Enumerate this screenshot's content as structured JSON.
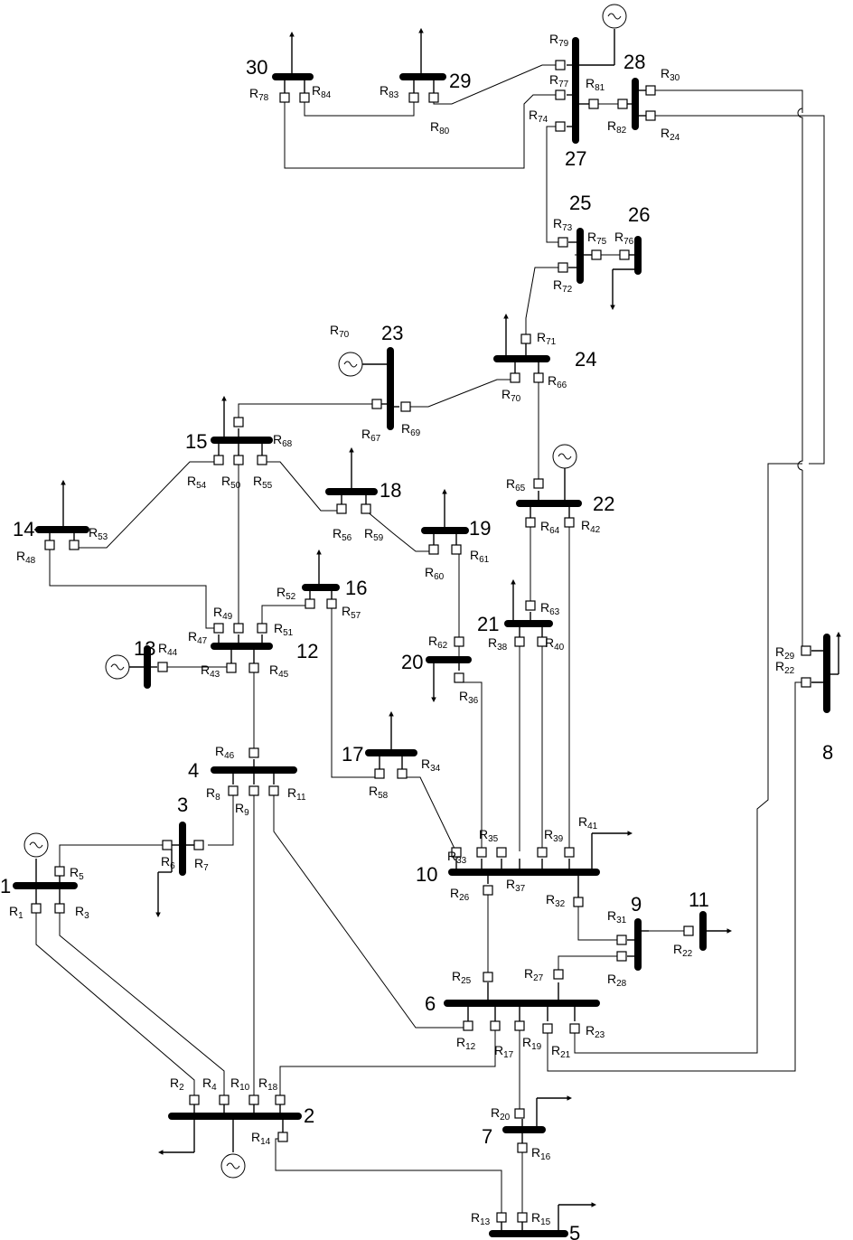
{
  "diagram": {
    "buses": [
      {
        "id": "1",
        "label": "1"
      },
      {
        "id": "2",
        "label": "2"
      },
      {
        "id": "3",
        "label": "3"
      },
      {
        "id": "4",
        "label": "4"
      },
      {
        "id": "5",
        "label": "5"
      },
      {
        "id": "6",
        "label": "6"
      },
      {
        "id": "7",
        "label": "7"
      },
      {
        "id": "8",
        "label": "8"
      },
      {
        "id": "9",
        "label": "9"
      },
      {
        "id": "10",
        "label": "10"
      },
      {
        "id": "11",
        "label": "11"
      },
      {
        "id": "12",
        "label": "12"
      },
      {
        "id": "13",
        "label": "13"
      },
      {
        "id": "14",
        "label": "14"
      },
      {
        "id": "15",
        "label": "15"
      },
      {
        "id": "16",
        "label": "16"
      },
      {
        "id": "17",
        "label": "17"
      },
      {
        "id": "18",
        "label": "18"
      },
      {
        "id": "19",
        "label": "19"
      },
      {
        "id": "20",
        "label": "20"
      },
      {
        "id": "21",
        "label": "21"
      },
      {
        "id": "22",
        "label": "22"
      },
      {
        "id": "23",
        "label": "23"
      },
      {
        "id": "24",
        "label": "24"
      },
      {
        "id": "25",
        "label": "25"
      },
      {
        "id": "26",
        "label": "26"
      },
      {
        "id": "27",
        "label": "27"
      },
      {
        "id": "28",
        "label": "28"
      },
      {
        "id": "29",
        "label": "29"
      },
      {
        "id": "30",
        "label": "30"
      }
    ],
    "relays": [
      {
        "id": "R1",
        "letter": "R",
        "num": "1"
      },
      {
        "id": "R2",
        "letter": "R",
        "num": "2"
      },
      {
        "id": "R3",
        "letter": "R",
        "num": "3"
      },
      {
        "id": "R4",
        "letter": "R",
        "num": "4"
      },
      {
        "id": "R5",
        "letter": "R",
        "num": "5"
      },
      {
        "id": "R6",
        "letter": "R",
        "num": "6"
      },
      {
        "id": "R7",
        "letter": "R",
        "num": "7"
      },
      {
        "id": "R8",
        "letter": "R",
        "num": "8"
      },
      {
        "id": "R9",
        "letter": "R",
        "num": "9"
      },
      {
        "id": "R10",
        "letter": "R",
        "num": "10"
      },
      {
        "id": "R11",
        "letter": "R",
        "num": "11"
      },
      {
        "id": "R12",
        "letter": "R",
        "num": "12"
      },
      {
        "id": "R13",
        "letter": "R",
        "num": "13"
      },
      {
        "id": "R14",
        "letter": "R",
        "num": "14"
      },
      {
        "id": "R15",
        "letter": "R",
        "num": "15"
      },
      {
        "id": "R16",
        "letter": "R",
        "num": "16"
      },
      {
        "id": "R17",
        "letter": "R",
        "num": "17"
      },
      {
        "id": "R18",
        "letter": "R",
        "num": "18"
      },
      {
        "id": "R19",
        "letter": "R",
        "num": "19"
      },
      {
        "id": "R20",
        "letter": "R",
        "num": "20"
      },
      {
        "id": "R21",
        "letter": "R",
        "num": "21"
      },
      {
        "id": "R22a",
        "letter": "R",
        "num": "22"
      },
      {
        "id": "R22b",
        "letter": "R",
        "num": "22"
      },
      {
        "id": "R23",
        "letter": "R",
        "num": "23"
      },
      {
        "id": "R24",
        "letter": "R",
        "num": "24"
      },
      {
        "id": "R25",
        "letter": "R",
        "num": "25"
      },
      {
        "id": "R26",
        "letter": "R",
        "num": "26"
      },
      {
        "id": "R27",
        "letter": "R",
        "num": "27"
      },
      {
        "id": "R28",
        "letter": "R",
        "num": "28"
      },
      {
        "id": "R29",
        "letter": "R",
        "num": "29"
      },
      {
        "id": "R30",
        "letter": "R",
        "num": "30"
      },
      {
        "id": "R31",
        "letter": "R",
        "num": "31"
      },
      {
        "id": "R32",
        "letter": "R",
        "num": "32"
      },
      {
        "id": "R33",
        "letter": "R",
        "num": "33"
      },
      {
        "id": "R34",
        "letter": "R",
        "num": "34"
      },
      {
        "id": "R35",
        "letter": "R",
        "num": "35"
      },
      {
        "id": "R36",
        "letter": "R",
        "num": "36"
      },
      {
        "id": "R37",
        "letter": "R",
        "num": "37"
      },
      {
        "id": "R38",
        "letter": "R",
        "num": "38"
      },
      {
        "id": "R39",
        "letter": "R",
        "num": "39"
      },
      {
        "id": "R40",
        "letter": "R",
        "num": "40"
      },
      {
        "id": "R41",
        "letter": "R",
        "num": "41"
      },
      {
        "id": "R42",
        "letter": "R",
        "num": "42"
      },
      {
        "id": "R43",
        "letter": "R",
        "num": "43"
      },
      {
        "id": "R44",
        "letter": "R",
        "num": "44"
      },
      {
        "id": "R45",
        "letter": "R",
        "num": "45"
      },
      {
        "id": "R46",
        "letter": "R",
        "num": "46"
      },
      {
        "id": "R47",
        "letter": "R",
        "num": "47"
      },
      {
        "id": "R48",
        "letter": "R",
        "num": "48"
      },
      {
        "id": "R49",
        "letter": "R",
        "num": "49"
      },
      {
        "id": "R50",
        "letter": "R",
        "num": "50"
      },
      {
        "id": "R51",
        "letter": "R",
        "num": "51"
      },
      {
        "id": "R52",
        "letter": "R",
        "num": "52"
      },
      {
        "id": "R53",
        "letter": "R",
        "num": "53"
      },
      {
        "id": "R54",
        "letter": "R",
        "num": "54"
      },
      {
        "id": "R55",
        "letter": "R",
        "num": "55"
      },
      {
        "id": "R56",
        "letter": "R",
        "num": "56"
      },
      {
        "id": "R57",
        "letter": "R",
        "num": "57"
      },
      {
        "id": "R58",
        "letter": "R",
        "num": "58"
      },
      {
        "id": "R59",
        "letter": "R",
        "num": "59"
      },
      {
        "id": "R60",
        "letter": "R",
        "num": "60"
      },
      {
        "id": "R61",
        "letter": "R",
        "num": "61"
      },
      {
        "id": "R62",
        "letter": "R",
        "num": "62"
      },
      {
        "id": "R63",
        "letter": "R",
        "num": "63"
      },
      {
        "id": "R64",
        "letter": "R",
        "num": "64"
      },
      {
        "id": "R65",
        "letter": "R",
        "num": "65"
      },
      {
        "id": "R66",
        "letter": "R",
        "num": "66"
      },
      {
        "id": "R67",
        "letter": "R",
        "num": "67"
      },
      {
        "id": "R68",
        "letter": "R",
        "num": "68"
      },
      {
        "id": "R69",
        "letter": "R",
        "num": "69"
      },
      {
        "id": "R70a",
        "letter": "R",
        "num": "70"
      },
      {
        "id": "R70b",
        "letter": "R",
        "num": "70"
      },
      {
        "id": "R71",
        "letter": "R",
        "num": "71"
      },
      {
        "id": "R72",
        "letter": "R",
        "num": "72"
      },
      {
        "id": "R73",
        "letter": "R",
        "num": "73"
      },
      {
        "id": "R74",
        "letter": "R",
        "num": "74"
      },
      {
        "id": "R75",
        "letter": "R",
        "num": "75"
      },
      {
        "id": "R76",
        "letter": "R",
        "num": "76"
      },
      {
        "id": "R77",
        "letter": "R",
        "num": "77"
      },
      {
        "id": "R78",
        "letter": "R",
        "num": "78"
      },
      {
        "id": "R79",
        "letter": "R",
        "num": "79"
      },
      {
        "id": "R80",
        "letter": "R",
        "num": "80"
      },
      {
        "id": "R81",
        "letter": "R",
        "num": "81"
      },
      {
        "id": "R82",
        "letter": "R",
        "num": "82"
      },
      {
        "id": "R83",
        "letter": "R",
        "num": "83"
      },
      {
        "id": "R84",
        "letter": "R",
        "num": "84"
      }
    ]
  }
}
